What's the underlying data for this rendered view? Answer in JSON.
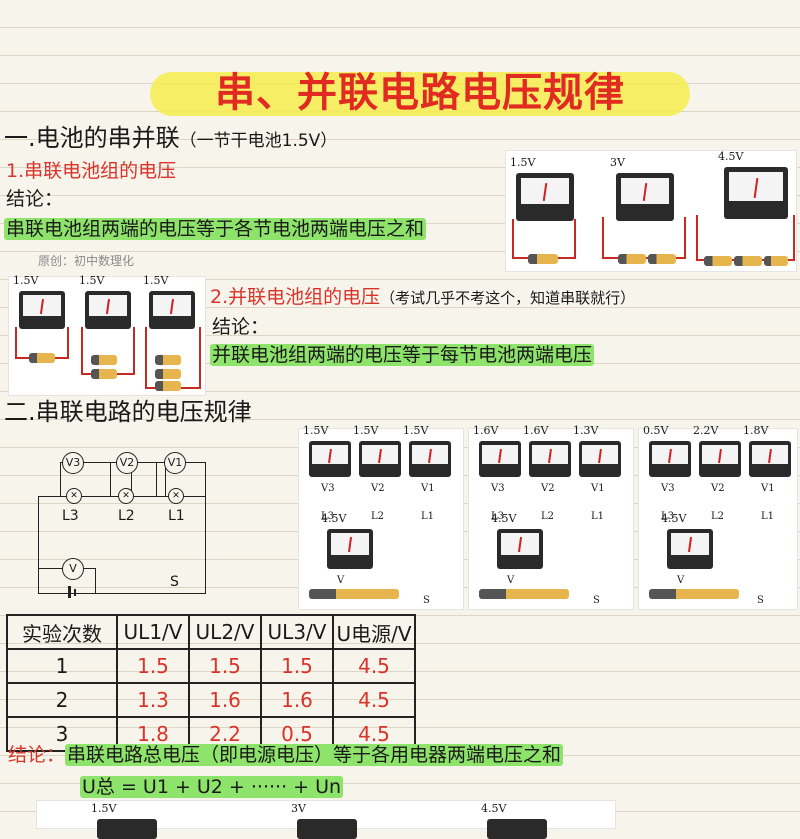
{
  "title": "串、并联电路电压规律",
  "section1": {
    "heading": "一.电池的串并联",
    "note": "（一节干电池1.5V）",
    "sub1": "1.串联电池组的电压",
    "conclusion_label": "结论：",
    "sub1_conclusion": "串联电池组两端的电压等于各节电池两端电压之和",
    "watermark": "原创：初中数理化",
    "sub1_meters": [
      "1.5V",
      "3V",
      "4.5V"
    ],
    "sub2": "2.并联电池组的电压",
    "sub2_note": "（考试几乎不考这个，知道串联就行）",
    "sub2_conclusion": "并联电池组两端的电压等于每节电池两端电压",
    "sub2_meters": [
      "1.5V",
      "1.5V",
      "1.5V"
    ]
  },
  "section2": {
    "heading": "二.串联电路的电压规律",
    "circuit": {
      "voltmeters": [
        "V3",
        "V2",
        "V1"
      ],
      "lamps": [
        "L3",
        "L2",
        "L1"
      ],
      "source_meter": "V",
      "switch": "S"
    },
    "panels": [
      {
        "meters": [
          "1.5V",
          "1.5V",
          "1.5V"
        ],
        "total": "4.5V"
      },
      {
        "meters": [
          "1.6V",
          "1.6V",
          "1.3V"
        ],
        "total": "4.5V"
      },
      {
        "meters": [
          "0.5V",
          "2.2V",
          "1.8V"
        ],
        "total": "4.5V"
      }
    ],
    "panel_labels": {
      "v3": "V3",
      "v2": "V2",
      "v1": "V1",
      "l3": "L3",
      "l2": "L2",
      "l1": "L1",
      "v": "V",
      "s": "S"
    },
    "table": {
      "headers": [
        "实验次数",
        "UL1/V",
        "UL2/V",
        "UL3/V",
        "U电源/V"
      ],
      "rows": [
        [
          "1",
          "1.5",
          "1.5",
          "1.5",
          "4.5"
        ],
        [
          "2",
          "1.3",
          "1.6",
          "1.6",
          "4.5"
        ],
        [
          "3",
          "1.8",
          "2.2",
          "0.5",
          "4.5"
        ]
      ]
    },
    "conclusion_label": "结论：",
    "conclusion": "串联电路总电压（即电源电压）等于各用电器两端电压之和",
    "formula": "U总 = U1 + U2 + ······ + Un",
    "bottom_meters": [
      "1.5V",
      "3V",
      "4.5V"
    ]
  },
  "colors": {
    "title": "#e02a22",
    "highlight_yellow": "#f6ec4e",
    "highlight_green": "#8ee36b",
    "red_values": "#d9332a"
  }
}
